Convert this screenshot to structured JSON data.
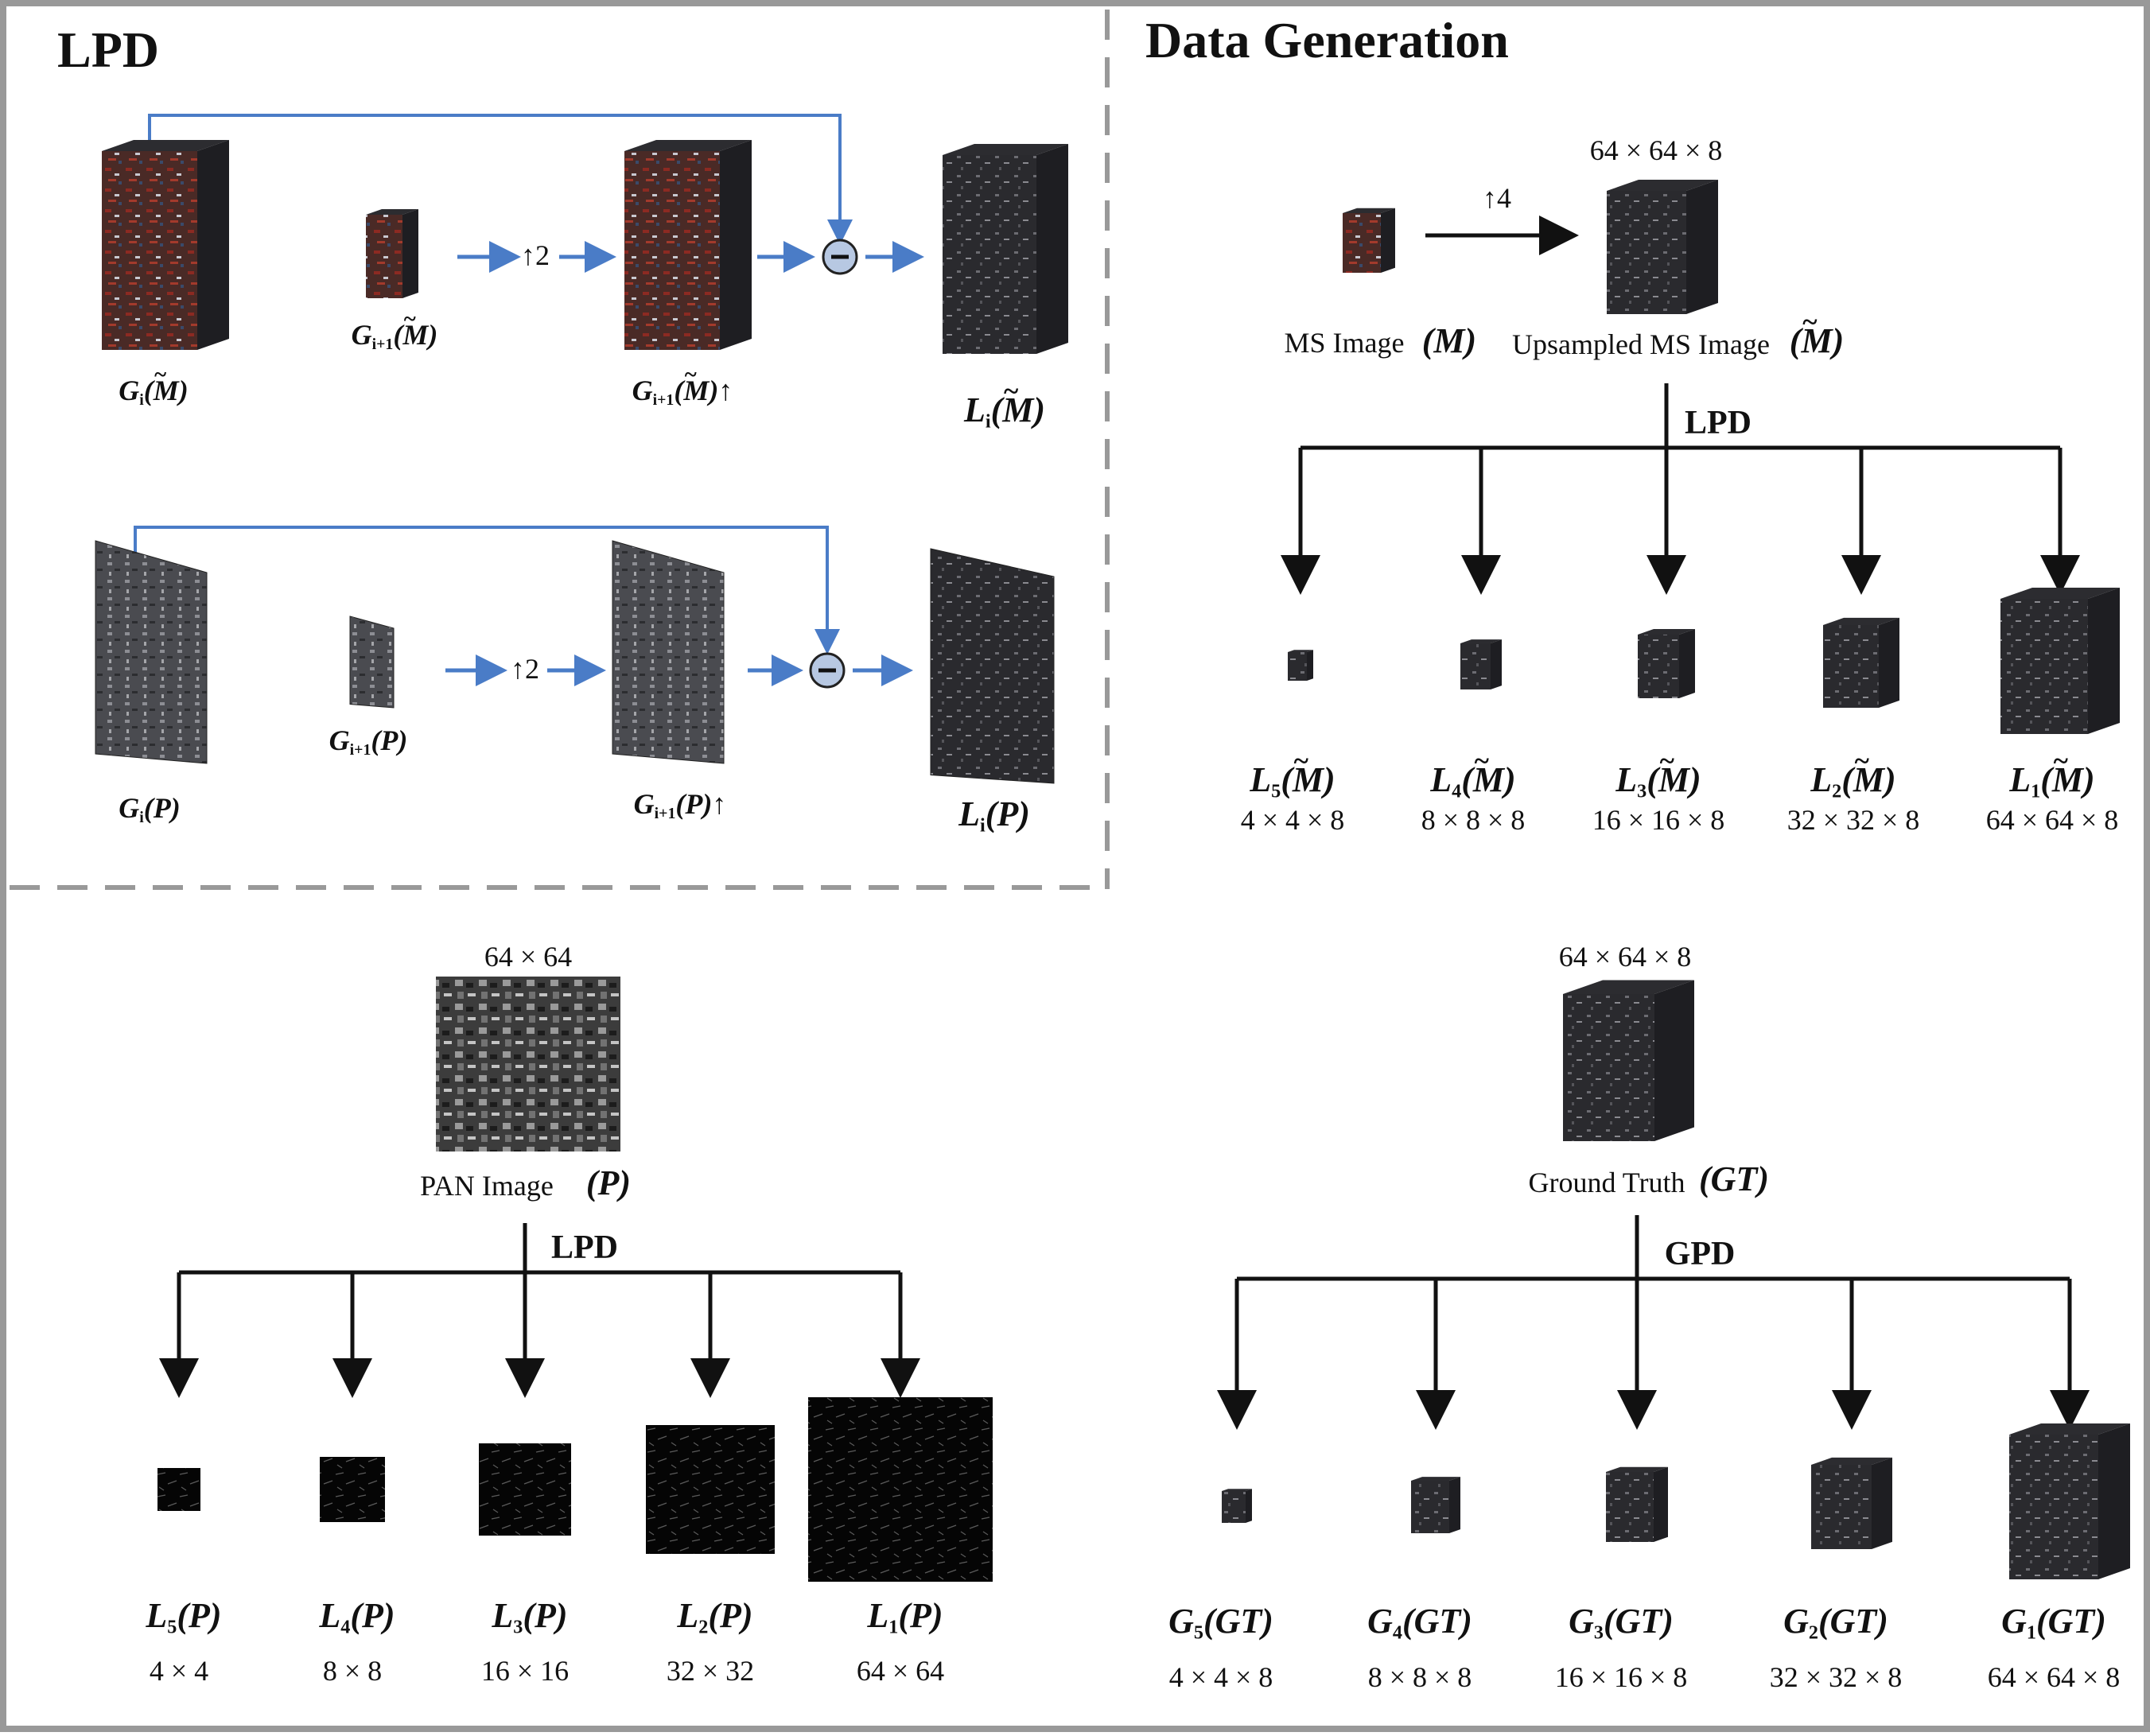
{
  "titles": {
    "lpd_panel": "LPD",
    "data_generation": "Data Generation"
  },
  "lpd_panel": {
    "ms_row": {
      "g_i": "G_i(M̃)",
      "g_i1": "G_{i+1}(M̃)",
      "g_i1_up": "G_{i+1}(M̃)↑",
      "l_i": "L_i(M̃)",
      "upsample_label": "↑2"
    },
    "pan_row": {
      "g_i": "G_i(P)",
      "g_i1": "G_{i+1}(P)",
      "g_i1_up": "G_{i+1}(P)↑",
      "l_i": "L_i(P)",
      "upsample_label": "↑2"
    },
    "subtract_icon": "minus-circle-icon",
    "colors": {
      "flow_arrow": "#4a7cc7",
      "tree": "#111111"
    }
  },
  "data_generation": {
    "ms_dim": "64 × 64 × 8",
    "upsample_label": "↑4",
    "ms_image_label": "MS Image",
    "ms_symbol": "M",
    "upsampled_label": "Upsampled MS Image",
    "upsampled_symbol": "M̃",
    "tree_label": "LPD",
    "levels": [
      {
        "name": "L5(M̃)",
        "dim": "4 × 4 × 8"
      },
      {
        "name": "L4(M̃)",
        "dim": "8 × 8 × 8"
      },
      {
        "name": "L3(M̃)",
        "dim": "16 × 16 × 8"
      },
      {
        "name": "L2(M̃)",
        "dim": "32 × 32 × 8"
      },
      {
        "name": "L1(M̃)",
        "dim": "64 × 64 × 8"
      }
    ]
  },
  "pan_section": {
    "dim": "64 × 64",
    "label": "PAN Image",
    "symbol": "P",
    "tree_label": "LPD",
    "levels": [
      {
        "name": "L5(P)",
        "dim": "4 × 4"
      },
      {
        "name": "L4(P)",
        "dim": "8 × 8"
      },
      {
        "name": "L3(P)",
        "dim": "16 × 16"
      },
      {
        "name": "L2(P)",
        "dim": "32 × 32"
      },
      {
        "name": "L1(P)",
        "dim": "64 × 64"
      }
    ]
  },
  "gt_section": {
    "dim": "64 × 64 × 8",
    "label": "Ground Truth",
    "symbol": "GT",
    "tree_label": "GPD",
    "levels": [
      {
        "name": "G5(GT)",
        "dim": "4 × 4 × 8"
      },
      {
        "name": "G4(GT)",
        "dim": "8 × 8 × 8"
      },
      {
        "name": "G3(GT)",
        "dim": "16 × 16 × 8"
      },
      {
        "name": "G2(GT)",
        "dim": "32 × 32 × 8"
      },
      {
        "name": "G1(GT)",
        "dim": "64 × 64 × 8"
      }
    ]
  }
}
